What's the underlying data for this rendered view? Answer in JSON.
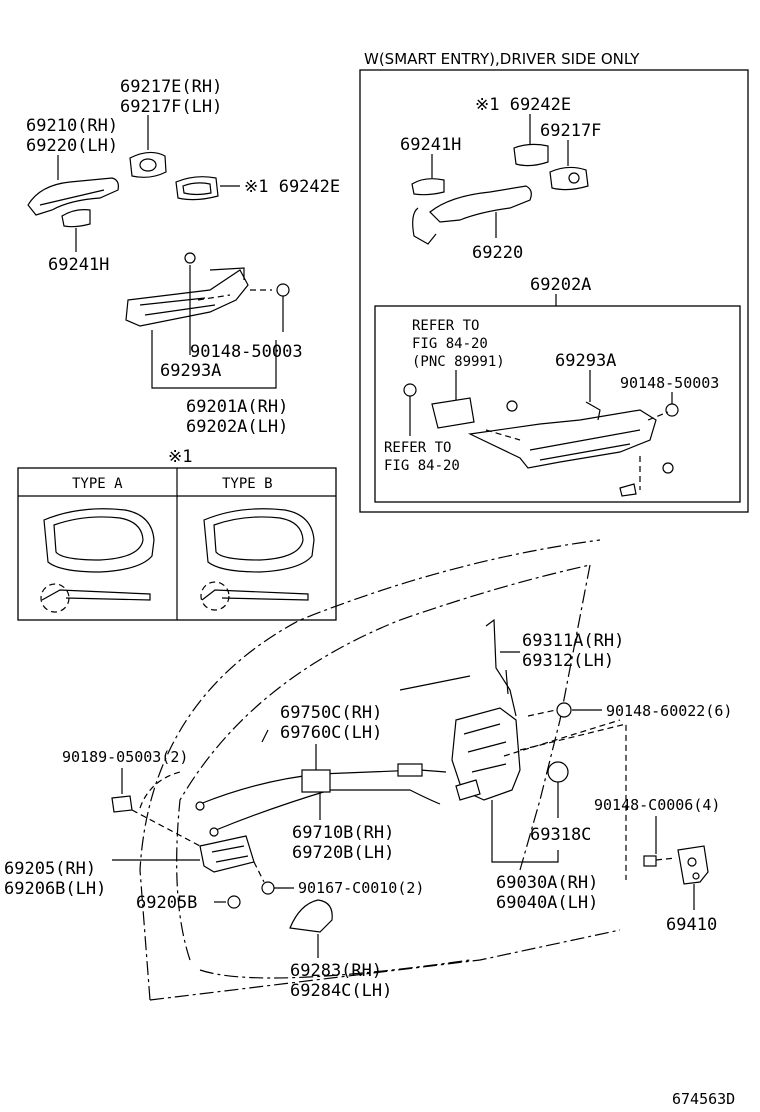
{
  "labels": {
    "smart_entry_header": "W(SMART ENTRY),DRIVER SIDE ONLY",
    "p69217E": "69217E(RH)",
    "p69217F": "69217F(LH)",
    "p69210": "69210(RH)",
    "p69220": "69220(LH)",
    "p69242E_left": "※1 69242E",
    "p69241H_left": "69241H",
    "p90148_50003_left": "90148-50003",
    "p69293A_left": "69293A",
    "p69201A": "69201A(RH)",
    "p69202A_left": "69202A(LH)",
    "note_mark": "※1",
    "type_a": "TYPE A",
    "type_b": "TYPE B",
    "se_69242E": "※1 69242E",
    "se_69241H": "69241H",
    "se_69217F": "69217F",
    "se_69220": "69220",
    "se_69202A": "69202A",
    "se_refer1_l1": "REFER TO",
    "se_refer1_l2": "FIG 84-20",
    "se_refer1_l3": "(PNC 89991)",
    "se_69293A": "69293A",
    "se_90148_50003": "90148-50003",
    "se_refer2_l1": "REFER TO",
    "se_refer2_l2": "FIG 84-20",
    "p69311A": "69311A(RH)",
    "p69312": "69312(LH)",
    "p90148_60022": "90148-60022(6)",
    "p69750C": "69750C(RH)",
    "p69760C": "69760C(LH)",
    "p90189": "90189-05003(2)",
    "p90148_C0006": "90148-C0006(4)",
    "p69710B": "69710B(RH)",
    "p69720B": "69720B(LH)",
    "p69318C": "69318C",
    "p69205": "69205(RH)",
    "p69206B": "69206B(LH)",
    "p90167": "90167-C0010(2)",
    "p69205B": "69205B",
    "p69030A": "69030A(RH)",
    "p69040A": "69040A(LH)",
    "p69410": "69410",
    "p69283": "69283(RH)",
    "p69284C": "69284C(LH)",
    "drawing_id": "674563D"
  }
}
